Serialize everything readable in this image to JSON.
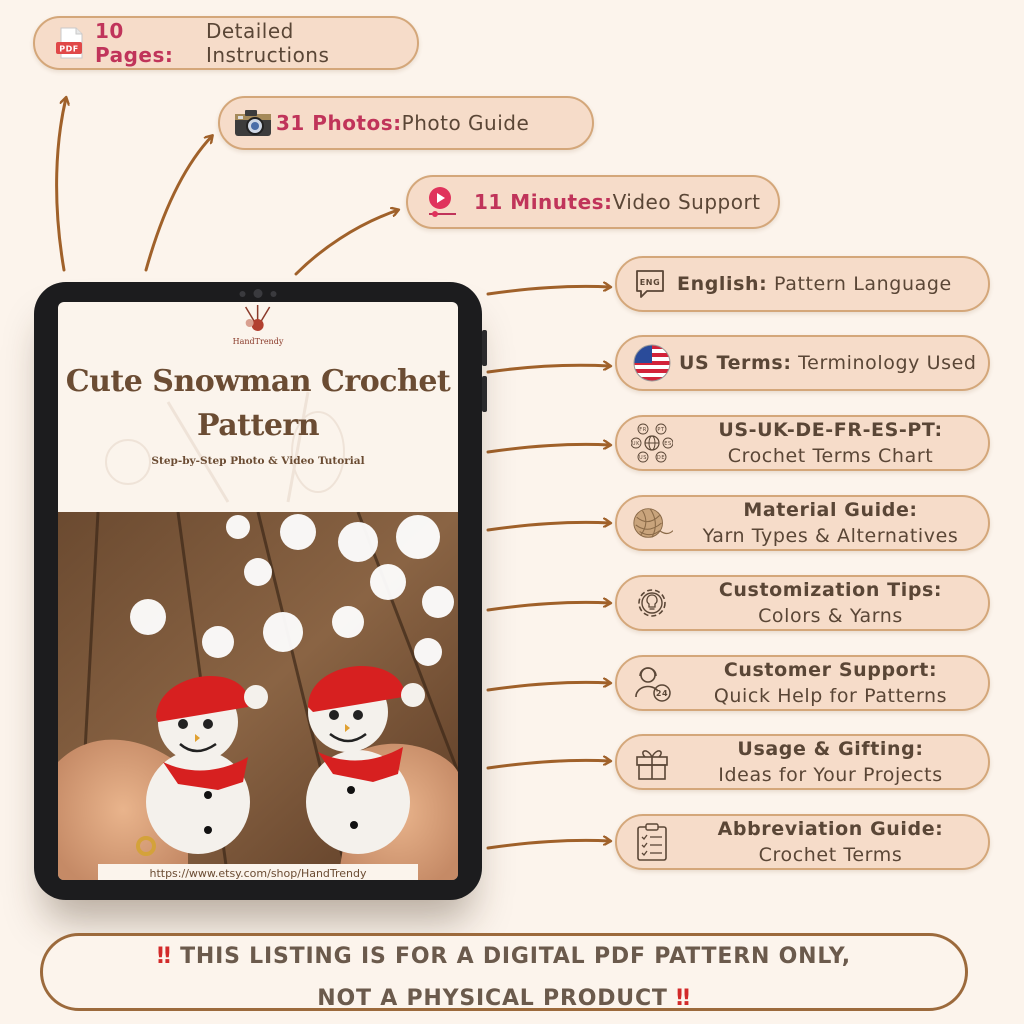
{
  "features_top": [
    {
      "bold": "10 Pages:",
      "text": "Detailed Instructions",
      "icon": "pdf-icon",
      "icon_label": "PDF"
    },
    {
      "bold": "31 Photos:",
      "text": " Photo Guide",
      "icon": "camera-icon"
    },
    {
      "bold": "11 Minutes:",
      "text": "Video Support",
      "icon": "video-play-icon"
    }
  ],
  "features_side": [
    {
      "bold": "English:",
      "text": " Pattern Language",
      "icon": "eng-speech-icon",
      "icon_label": "ENG"
    },
    {
      "bold": "US Terms:",
      "text": " Terminology Used",
      "icon": "us-flag-icon"
    },
    {
      "bold": "US-UK-DE-FR-ES-PT:",
      "text": "Crochet Terms Chart",
      "icon": "globe-languages-icon",
      "icon_labels": [
        "FR",
        "PT",
        "UK",
        "ES",
        "US",
        "DE"
      ]
    },
    {
      "bold": "Material Guide:",
      "text": "Yarn Types & Alternatives",
      "icon": "yarn-ball-icon"
    },
    {
      "bold": "Customization Tips:",
      "text": "Colors & Yarns",
      "icon": "gear-bulb-icon"
    },
    {
      "bold": "Customer Support:",
      "text": "Quick Help for Patterns",
      "icon": "support-24-icon",
      "icon_label": "24"
    },
    {
      "bold": "Usage & Gifting:",
      "text": "Ideas for Your Projects",
      "icon": "gift-icon"
    },
    {
      "bold": "Abbreviation Guide:",
      "text": "Crochet Terms",
      "icon": "clipboard-checklist-icon"
    }
  ],
  "tablet": {
    "brand": "HandTrendy",
    "title_line1": "Cute Snowman Crochet",
    "title_line2": "Pattern",
    "subtitle": "Step-by-Step Photo & Video Tutorial",
    "url": "https://www.etsy.com/shop/HandTrendy"
  },
  "notice": {
    "line1": "THIS LISTING IS FOR A DIGITAL PDF PATTERN ONLY,",
    "line2": "NOT A PHYSICAL PRODUCT",
    "marker": "‼"
  },
  "colors": {
    "background": "#fcf4ec",
    "pill_fill": "#f6dcc9",
    "pill_border": "#d4a77a",
    "accent_pink": "#c0345a",
    "arrow": "#a0612a",
    "banner_border": "#9c6a3c",
    "alert_red": "#d22a2a"
  }
}
